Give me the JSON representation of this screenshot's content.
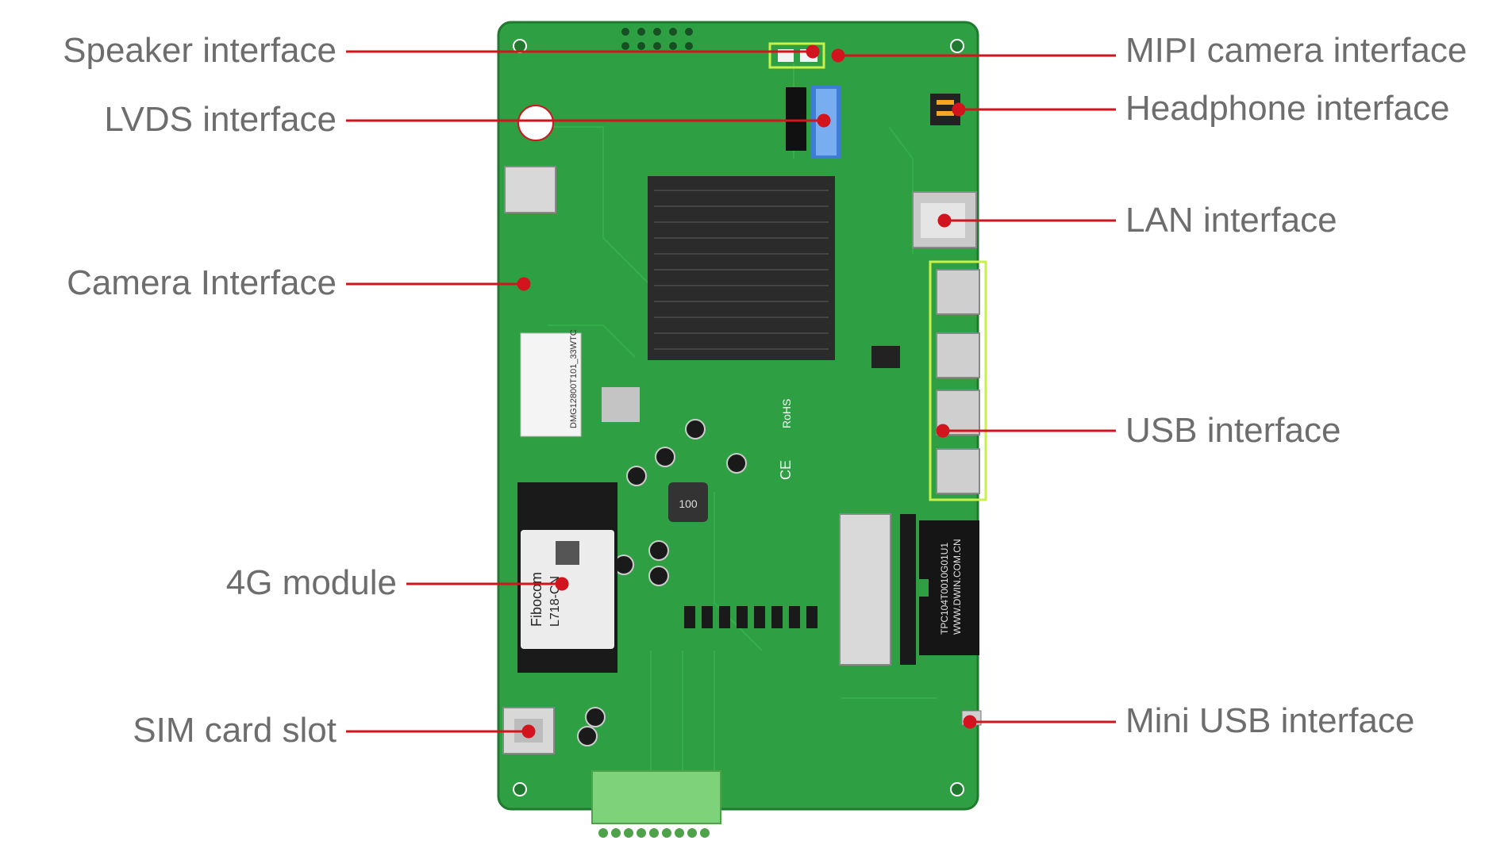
{
  "colors": {
    "pcb": "#2ea043",
    "pcb_dark": "#1f7a2f",
    "leader": "#d2141e",
    "label": "#6d6d6d",
    "highlight": "#c8f04a",
    "terminal": "#7ed37a"
  },
  "labels": {
    "speaker": "Speaker interface",
    "lvds": "LVDS interface",
    "camera": "Camera Interface",
    "g4": "4G module",
    "sim": "SIM card slot",
    "mipi": "MIPI camera interface",
    "headphone": "Headphone interface",
    "lan": "LAN interface",
    "usb": "USB interface",
    "miniusb": "Mini USB interface"
  },
  "board_text": {
    "module_brand": "Fibocom",
    "module_model": "L718-CN",
    "fpc_code": "TPC104T0010G01U1",
    "fpc_site": "WWW.DWIN.COM.CN",
    "rohs": "RoHS",
    "ce": "CE",
    "inductor": "100",
    "sticker": "DMG12800T101_33WTC"
  }
}
